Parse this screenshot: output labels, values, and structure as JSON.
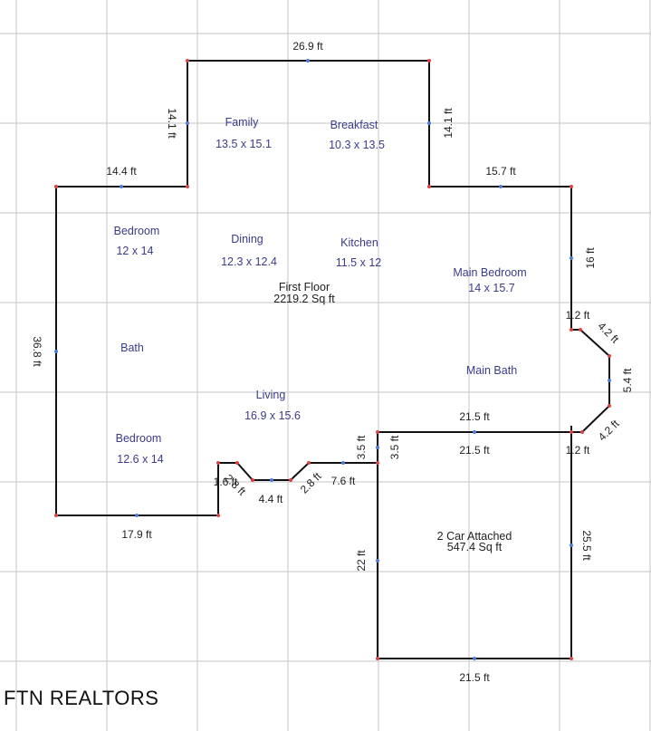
{
  "floor": {
    "name": "First Floor",
    "area": "2219.2 Sq ft"
  },
  "garage": {
    "name": "2 Car Attached",
    "area": "547.4 Sq ft"
  },
  "rooms": [
    {
      "name": "Family",
      "size": "13.5 x 15.1"
    },
    {
      "name": "Breakfast",
      "size": "10.3 x 13.5"
    },
    {
      "name": "Bedroom",
      "size": "12 x 14"
    },
    {
      "name": "Dining",
      "size": "12.3 x 12.4"
    },
    {
      "name": "Kitchen",
      "size": "11.5 x 12"
    },
    {
      "name": "Main Bedroom",
      "size": "14 x 15.7"
    },
    {
      "name": "Bath",
      "size": ""
    },
    {
      "name": "Main Bath",
      "size": ""
    },
    {
      "name": "Living",
      "size": "16.9 x 15.6"
    },
    {
      "name": "Bedroom",
      "size": "12.6 x 14"
    }
  ],
  "dimensions": [
    "26.9 ft",
    "14.1 ft",
    "14.1 ft",
    "14.4 ft",
    "15.7 ft",
    "36.8 ft",
    "16 ft",
    "1.2 ft",
    "4.2 ft",
    "5.4 ft",
    "4.2 ft",
    "1.2 ft",
    "21.5 ft",
    "21.5 ft",
    "3.5 ft",
    "3.5 ft",
    "7.6 ft",
    "2.8 ft",
    "4.4 ft",
    "1.6 ft",
    "2.8 ft",
    "17.9 ft",
    "22 ft",
    "25.5 ft",
    "21.5 ft"
  ],
  "brand": "FTN REALTORS",
  "colors": {
    "wall": "#111111",
    "room_label": "#3a3c8c",
    "grid": "#cfcfcf",
    "vertex": "#e04040",
    "midpoint": "#4a7adb"
  }
}
